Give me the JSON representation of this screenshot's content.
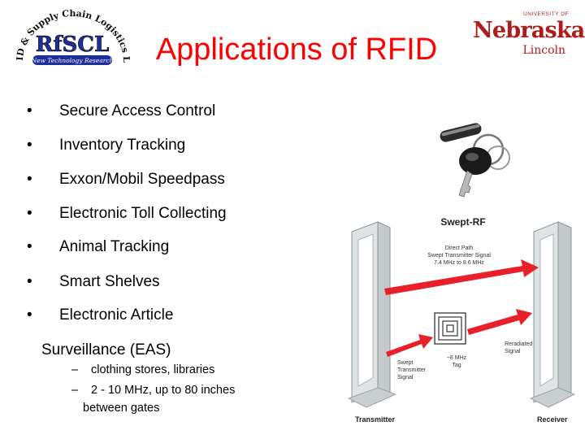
{
  "slide": {
    "title": "Applications of RFID",
    "bullet_symbol": "•",
    "bullets": [
      "Secure Access Control",
      "Inventory Tracking",
      "Exxon/Mobil Speedpass",
      "Electronic Toll Collecting",
      "Animal Tracking",
      "Smart Shelves",
      "Electronic Article"
    ],
    "bullet_continuation": "Surveillance (EAS)",
    "sub_dash": "–",
    "sub_bullets": [
      "clothing stores, libraries",
      "2 - 10 MHz, up to 80 inches"
    ],
    "sub_continuation": "between gates"
  },
  "logos": {
    "rfscl": {
      "arc_text": "RFID & Supply Chain Logistics Lab",
      "name": "RfSCL",
      "tagline": "New Technology Research"
    },
    "unl": {
      "university_of": "UNIVERSITY OF",
      "name": "Nebraska",
      "campus": "Lincoln"
    }
  },
  "diagram": {
    "title": "Swept-RF",
    "direct_path_lines": [
      "Direct Path",
      "Swept Transmitter Signal",
      "7.4 MHz to 8.6 MHz"
    ],
    "swept_tx_lines": [
      "Swept",
      "Transmitter",
      "Signal"
    ],
    "tag_lines": [
      "~8 MHz",
      "Tag"
    ],
    "reradiated_lines": [
      "Reradiated",
      "Signal"
    ],
    "transmitter_label": "Transmitter",
    "receiver_label": "Receiver"
  },
  "colors": {
    "title": "#ff0000",
    "arrow": "#e8202a",
    "unl_red": "#b01c1c",
    "rfscl_blue": "#1d2f9c"
  }
}
